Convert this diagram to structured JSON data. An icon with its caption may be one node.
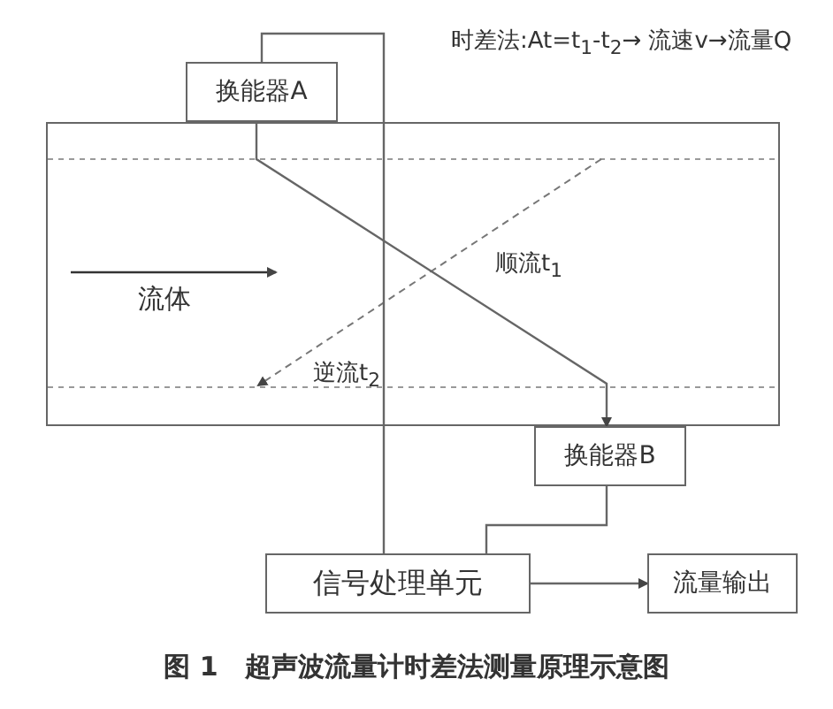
{
  "diagram": {
    "caption": "图 1　超声波流量计时差法测量原理示意图",
    "nodes": [
      {
        "text": [
          "换能器A"
        ]
      },
      {
        "text": [
          "换能器B"
        ]
      },
      {
        "text": [
          "信号处理单元"
        ]
      },
      {
        "text": [
          "流量输出"
        ]
      }
    ],
    "edges": [
      {
        "from": 0,
        "to": 1,
        "arrow": "to",
        "label": "顺流t$_{1}$"
      },
      {
        "from": 0,
        "to": 2,
        "arrow": "none"
      },
      {
        "from": 1,
        "to": 2,
        "arrow": "none"
      },
      {
        "from": 2,
        "to": 3,
        "arrow": "to"
      }
    ],
    "labels": [
      "时差法:At=t$_{1}$-t$_{2}$→ 流速v→流量Q",
      "流体",
      "逆流t$_{2}$"
    ]
  }
}
